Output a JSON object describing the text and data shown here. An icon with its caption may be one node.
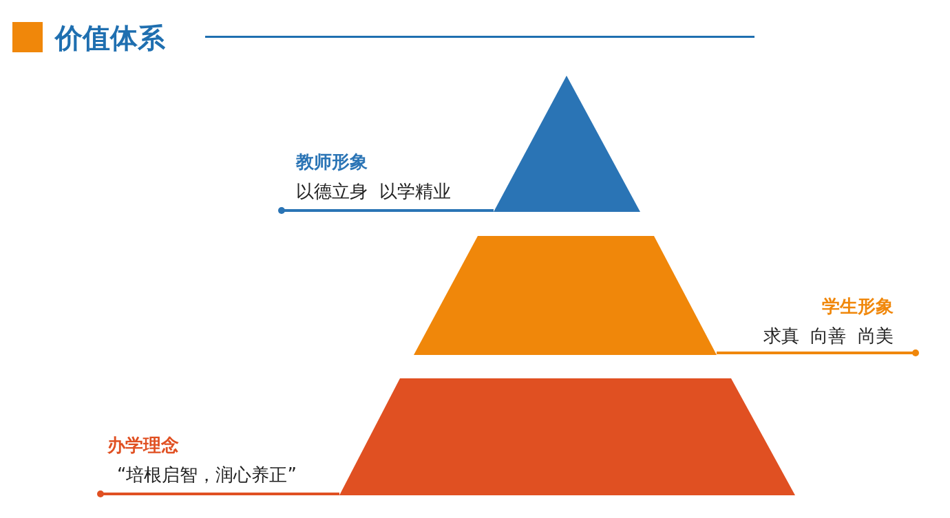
{
  "diagram": {
    "title": "价值体系",
    "nodes": [
      {
        "text": [],
        "shape": "triangle"
      },
      {
        "text": [
          "教师形象",
          "以德立身  以学精业"
        ]
      },
      {
        "text": [],
        "shape": "trapezoid"
      },
      {
        "text": [
          "学生形象",
          "求真  向善  尚美"
        ]
      },
      {
        "text": [],
        "shape": "trapezoid"
      },
      {
        "text": [
          "办学理念",
          "“培根启智，润心养正”"
        ]
      }
    ],
    "edges": [
      {
        "from": 1,
        "to": 0,
        "arrow": "other",
        "color": "#2a74b5"
      },
      {
        "from": 3,
        "to": 2,
        "arrow": "other",
        "color": "#f0870a"
      },
      {
        "from": 5,
        "to": 4,
        "arrow": "other",
        "color": "#e05022"
      }
    ]
  }
}
